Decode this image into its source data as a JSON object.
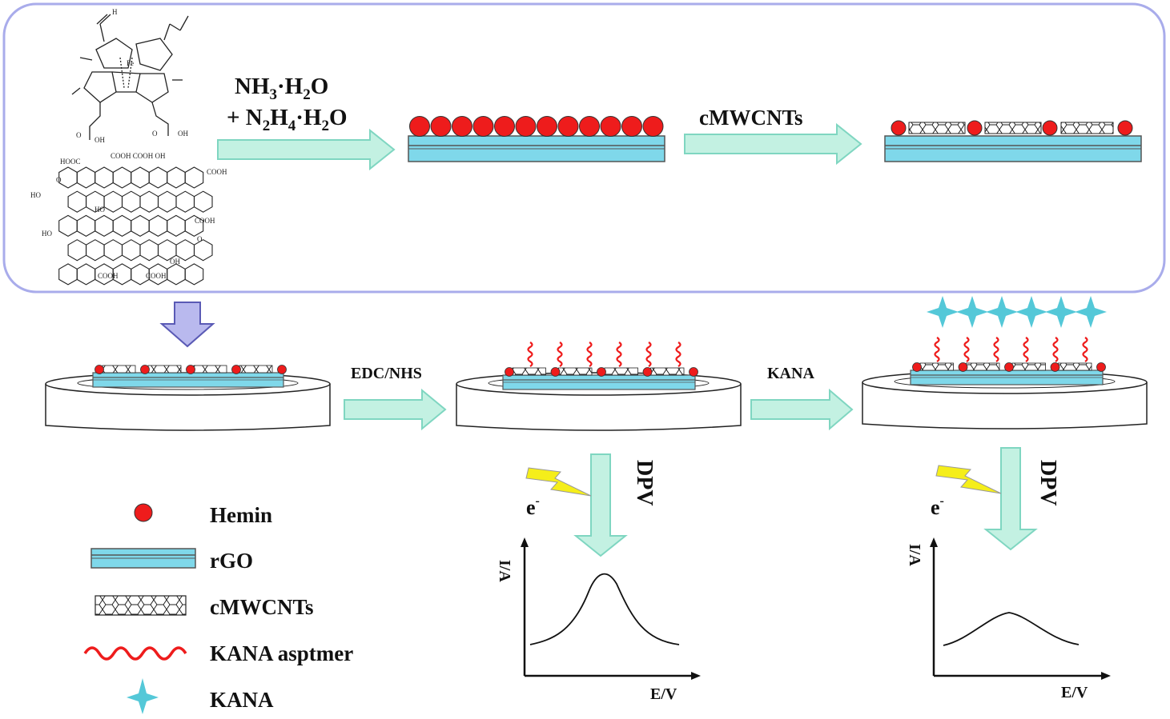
{
  "colors": {
    "box_border": "#a9aceb",
    "arrow_fill": "#c3f1e2",
    "arrow_stroke": "#7fd6c1",
    "down_arrow_fill": "#b9b9ee",
    "down_arrow_stroke": "#5a5ab5",
    "hemin": "#ee1c1c",
    "rgo": "#7fd8ea",
    "aptamer": "#ee1c1c",
    "kana": "#54c8d8",
    "lightning": "#f5ee1a"
  },
  "reagents": {
    "line1": {
      "pre": "NH",
      "sub1": "3",
      "mid": "·H",
      "sub2": "2",
      "post": "O"
    },
    "line2": {
      "pre": "+  N",
      "sub1": "2",
      "mid": "H",
      "sub2": "4",
      "post": "·H",
      "sub3": "2",
      "post2": "O"
    }
  },
  "molecule_labels": {
    "aldehyde_h": "H",
    "fe": "Fe",
    "oh1": "OH",
    "oh2": "OH",
    "o1": "O",
    "o2": "O",
    "hooc_top": "HOOC",
    "cooh_top": "COOH COOH OH",
    "cooh_right": "COOH",
    "ho_left": "HO",
    "o_left": "O",
    "ho_mid": "HO",
    "cooh_mid_right": "COOH",
    "ho_lower": "HO",
    "o_right": "O",
    "oh_right": "OH",
    "cooh_bottom1": "COOH",
    "cooh_bottom2": "COOH"
  },
  "steps": {
    "cmwcnts": "cMWCNTs",
    "edc_nhs": "EDC/NHS",
    "kana": "KANA",
    "dpv_left": "DPV",
    "dpv_right": "DPV"
  },
  "electron": {
    "base": "e",
    "sup": "-"
  },
  "plots": {
    "ylabel": "I/A",
    "xlabel": "E/V"
  },
  "legend": [
    {
      "icon": "hemin",
      "label": "Hemin"
    },
    {
      "icon": "rgo",
      "label": "rGO"
    },
    {
      "icon": "cmwcnts",
      "label": "cMWCNTs"
    },
    {
      "icon": "aptamer",
      "label": "KANA asptmer"
    },
    {
      "icon": "kana",
      "label": "KANA"
    }
  ]
}
